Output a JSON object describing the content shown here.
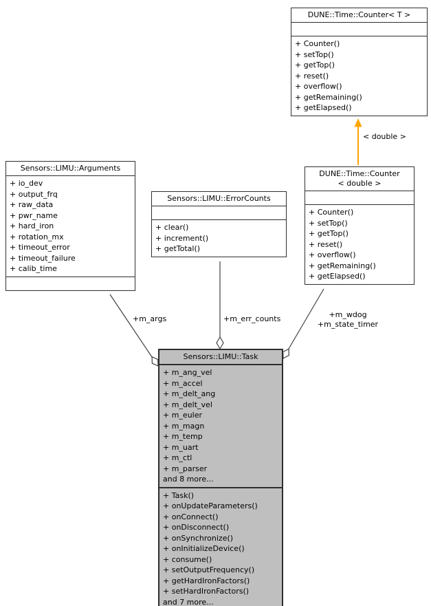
{
  "diagram": {
    "colors": {
      "edge": "#404040",
      "template_arrow": "#ffa500",
      "box_fill": "#ffffff",
      "highlight_fill": "#bfbfbf",
      "border": "#2e2e2e",
      "text": "#000000"
    },
    "boxes": {
      "counter_t": {
        "title": "DUNE::Time::Counter< T >",
        "methods": [
          "+ Counter()",
          "+ setTop()",
          "+ getTop()",
          "+ reset()",
          "+ overflow()",
          "+ getRemaining()",
          "+ getElapsed()"
        ]
      },
      "counter_double": {
        "title_line1": "DUNE::Time::Counter",
        "title_line2": "< double >",
        "methods": [
          "+ Counter()",
          "+ setTop()",
          "+ getTop()",
          "+ reset()",
          "+ overflow()",
          "+ getRemaining()",
          "+ getElapsed()"
        ]
      },
      "arguments": {
        "title": "Sensors::LIMU::Arguments",
        "attributes": [
          "+ io_dev",
          "+ output_frq",
          "+ raw_data",
          "+ pwr_name",
          "+ hard_iron",
          "+ rotation_mx",
          "+ timeout_error",
          "+ timeout_failure",
          "+ calib_time"
        ]
      },
      "error_counts": {
        "title": "Sensors::LIMU::ErrorCounts",
        "methods": [
          "+ clear()",
          "+ increment()",
          "+ getTotal()"
        ]
      },
      "task": {
        "title": "Sensors::LIMU::Task",
        "attributes": [
          "+ m_ang_vel",
          "+ m_accel",
          "+ m_delt_ang",
          "+ m_delt_vel",
          "+ m_euler",
          "+ m_magn",
          "+ m_temp",
          "+ m_uart",
          "+ m_ctl",
          "+ m_parser",
          "and 8 more..."
        ],
        "methods": [
          "+ Task()",
          "+ onUpdateParameters()",
          "+ onConnect()",
          "+ onDisconnect()",
          "+ onSynchronize()",
          "+ onInitializeDevice()",
          "+ consume()",
          "+ setOutputFrequency()",
          "+ getHardIronFactors()",
          "+ setHardIronFactors()",
          "and 7 more..."
        ]
      }
    },
    "edges": {
      "template_label": "< double >",
      "m_args_label": "+m_args",
      "m_err_counts_label": "+m_err_counts",
      "m_wdog_label": "+m_wdog",
      "m_state_timer_label": "+m_state_timer"
    }
  }
}
